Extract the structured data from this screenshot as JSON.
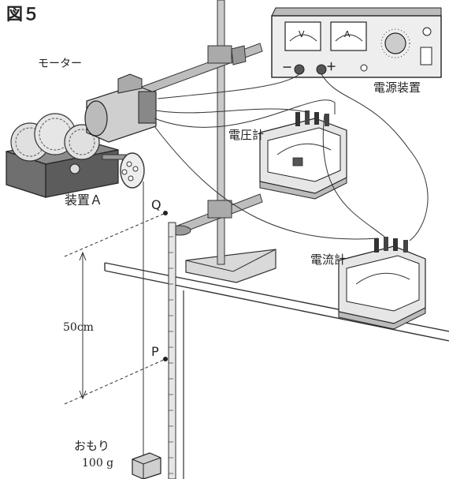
{
  "figure": {
    "title": "図５"
  },
  "labels": {
    "motor": "モーター",
    "power_supply": "電源装置",
    "voltmeter": "電圧計",
    "ammeter": "電流計",
    "device_a": "装置Ａ",
    "point_q": "Q",
    "point_p": "P",
    "distance": "50cm",
    "weight_line1": "おもり",
    "weight_line2": "100 g"
  },
  "meters": {
    "voltmeter_symbol": "V",
    "ammeter_symbol": "A",
    "minus_terminal": "－",
    "plus_terminal": "＋"
  }
}
